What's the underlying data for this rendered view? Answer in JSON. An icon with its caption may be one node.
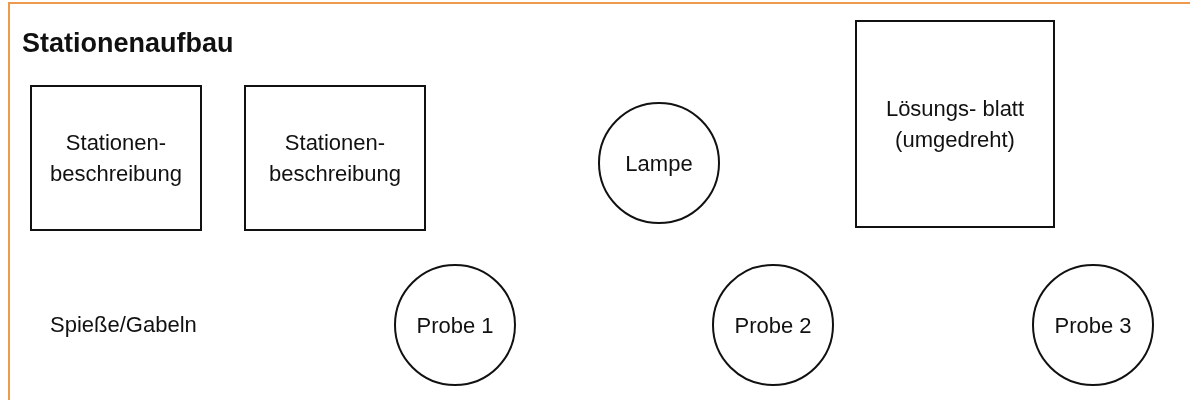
{
  "diagram": {
    "title": "Stationenaufbau",
    "nodes": [
      {
        "text": [
          "Stationen- beschreibung"
        ]
      },
      {
        "text": [
          "Stationen- beschreibung"
        ]
      },
      {
        "text": [
          "Lampe"
        ]
      },
      {
        "text": [
          "Lösungs- blatt (umgedreht)"
        ]
      },
      {
        "text": [
          "Probe 1"
        ]
      },
      {
        "text": [
          "Probe 2"
        ]
      },
      {
        "text": [
          "Probe 3"
        ]
      }
    ],
    "edges": [],
    "labels": [
      "Spieße/Gabeln"
    ]
  }
}
